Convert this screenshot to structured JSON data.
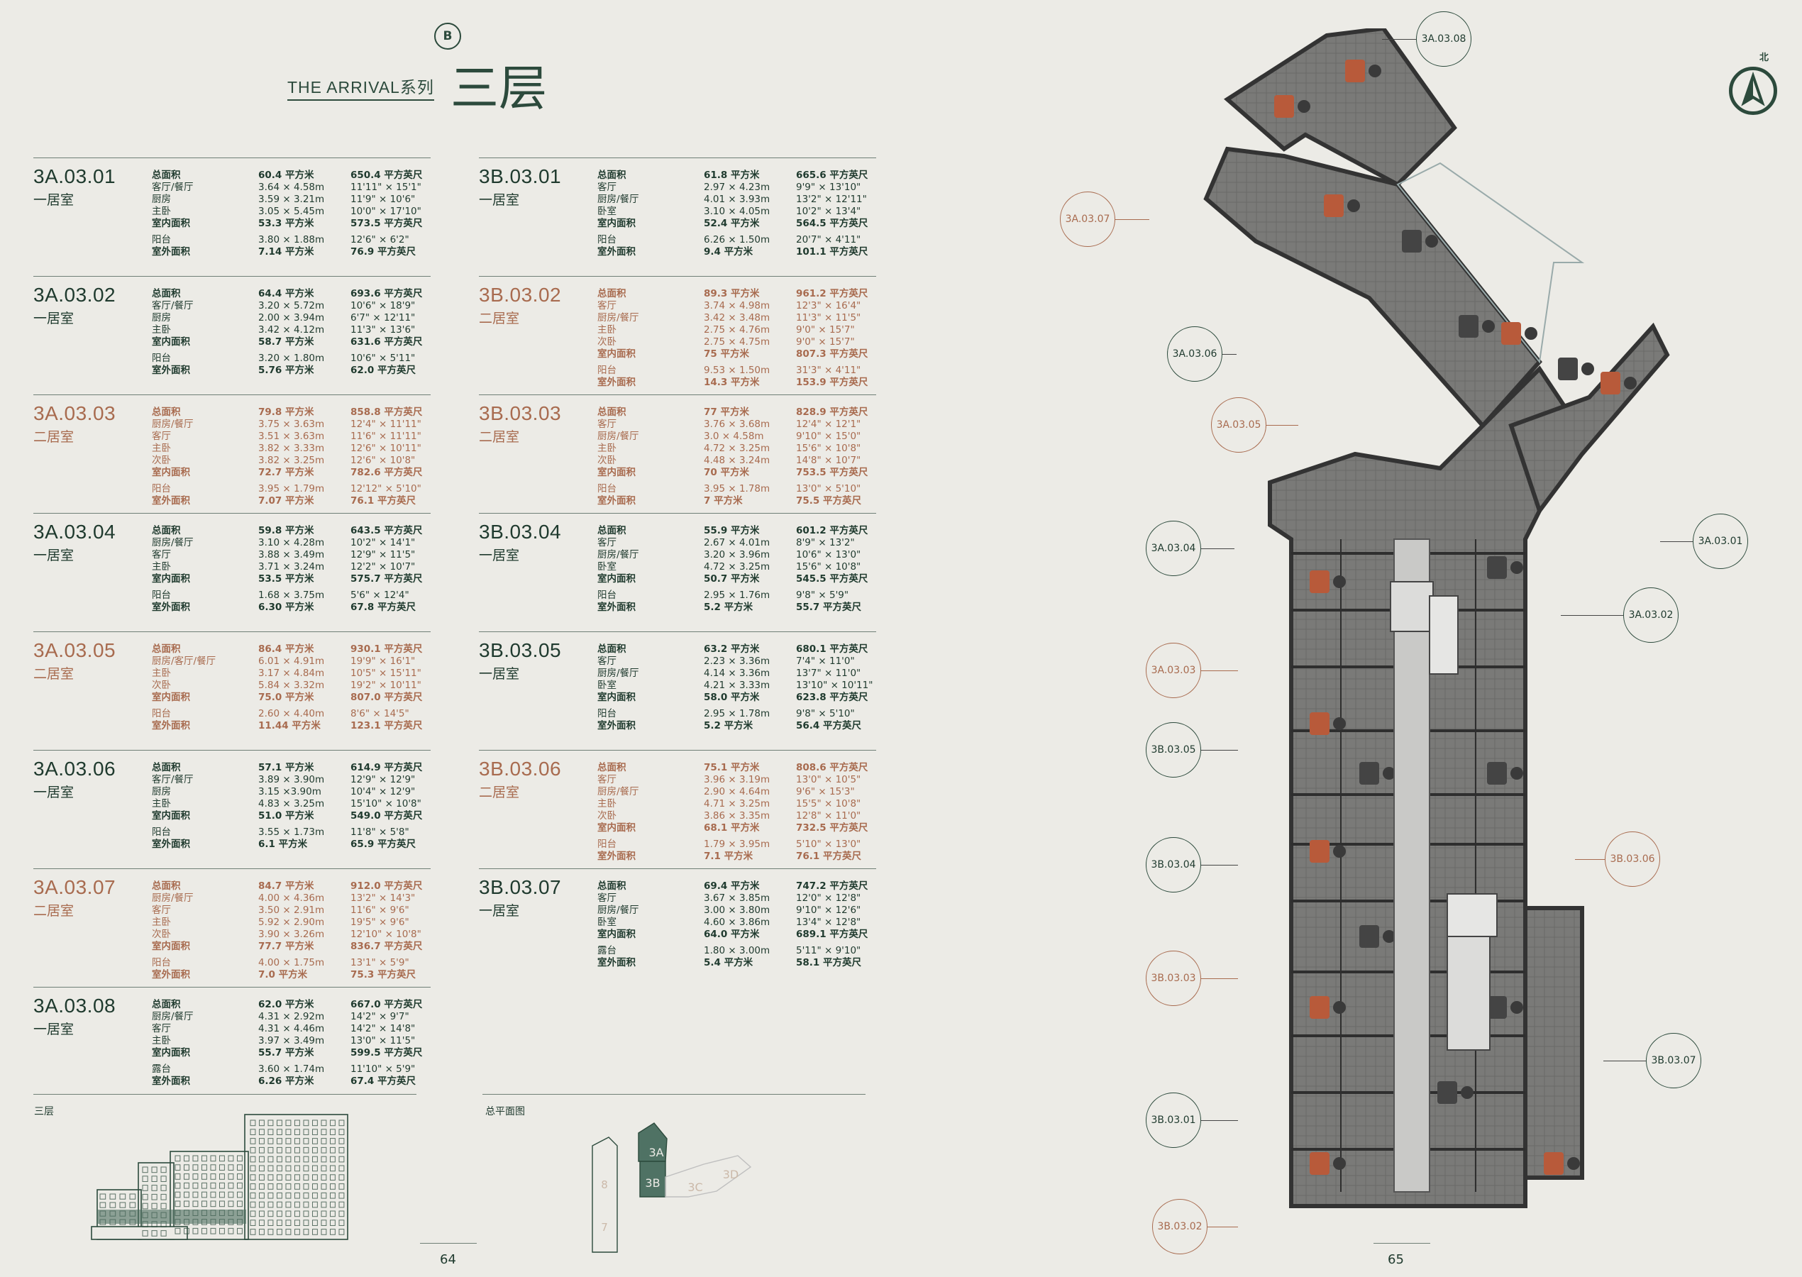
{
  "header": {
    "logo": "B",
    "series": "THE ARRIVAL系列",
    "floor": "三层"
  },
  "labels": {
    "total": "总面积",
    "indoor": "室内面积",
    "outdoor": "室外面积",
    "balcony": "阳台",
    "terrace": "露台",
    "living": "客厅",
    "living_dining": "客厅/餐厅",
    "kitchen": "厨房",
    "kitchen_dining": "厨房/餐厅",
    "kitchen_living_dining": "厨房/客厅/餐厅",
    "master": "主卧",
    "second": "次卧",
    "bedroom": "卧室"
  },
  "units_a": [
    {
      "name": "3A.03.01",
      "type": "一居室",
      "color": "#1f3a2e",
      "rows": [
        [
          "总面积",
          "60.4 平方米",
          "650.4 平方英尺",
          1,
          0
        ],
        [
          "客厅/餐厅",
          "3.64 × 4.58m",
          "11'11\" × 15'1\"",
          0,
          0
        ],
        [
          "厨房",
          "3.59 × 3.21m",
          "11'9\" × 10'6\"",
          0,
          0
        ],
        [
          "主卧",
          "3.05 × 5.45m",
          "10'0\" × 17'10\"",
          0,
          0
        ],
        [
          "室内面积",
          "53.3 平方米",
          "573.5 平方英尺",
          1,
          0
        ],
        [
          "阳台",
          "3.80 × 1.88m",
          "12'6\" × 6'2\"",
          0,
          1
        ],
        [
          "室外面积",
          "7.14 平方米",
          "76.9 平方英尺",
          1,
          0
        ]
      ]
    },
    {
      "name": "3A.03.02",
      "type": "一居室",
      "color": "#1f3a2e",
      "rows": [
        [
          "总面积",
          "64.4 平方米",
          "693.6 平方英尺",
          1,
          0
        ],
        [
          "客厅/餐厅",
          "3.20 × 5.72m",
          "10'6\" × 18'9\"",
          0,
          0
        ],
        [
          "厨房",
          "2.00 × 3.94m",
          "6'7\" × 12'11\"",
          0,
          0
        ],
        [
          "主卧",
          "3.42 × 4.12m",
          "11'3\" × 13'6\"",
          0,
          0
        ],
        [
          "室内面积",
          "58.7 平方米",
          "631.6 平方英尺",
          1,
          0
        ],
        [
          "阳台",
          "3.20 × 1.80m",
          "10'6\" × 5'11\"",
          0,
          1
        ],
        [
          "室外面积",
          "5.76 平方米",
          "62.0 平方英尺",
          1,
          0
        ]
      ]
    },
    {
      "name": "3A.03.03",
      "type": "二居室",
      "color": "#a86b4f",
      "rows": [
        [
          "总面积",
          "79.8 平方米",
          "858.8 平方英尺",
          1,
          0
        ],
        [
          "厨房/餐厅",
          "3.75 × 3.63m",
          "12'4\" × 11'11\"",
          0,
          0
        ],
        [
          "客厅",
          "3.51 × 3.63m",
          "11'6\" × 11'11\"",
          0,
          0
        ],
        [
          "主卧",
          "3.82 × 3.33m",
          "12'6\" × 10'11\"",
          0,
          0
        ],
        [
          "次卧",
          "3.82 × 3.25m",
          "12'6\" × 10'8\"",
          0,
          0
        ],
        [
          "室内面积",
          "72.7 平方米",
          "782.6 平方英尺",
          1,
          0
        ],
        [
          "阳台",
          "3.95 × 1.79m",
          "12'12\" × 5'10\"",
          0,
          1
        ],
        [
          "室外面积",
          "7.07 平方米",
          "76.1 平方英尺",
          1,
          0
        ]
      ]
    },
    {
      "name": "3A.03.04",
      "type": "一居室",
      "color": "#1f3a2e",
      "rows": [
        [
          "总面积",
          "59.8 平方米",
          "643.5 平方英尺",
          1,
          0
        ],
        [
          "厨房/餐厅",
          "3.10 × 4.28m",
          "10'2\" × 14'1\"",
          0,
          0
        ],
        [
          "客厅",
          "3.88 × 3.49m",
          "12'9\" × 11'5\"",
          0,
          0
        ],
        [
          "主卧",
          "3.71 × 3.24m",
          "12'2\" × 10'7\"",
          0,
          0
        ],
        [
          "室内面积",
          "53.5 平方米",
          "575.7 平方英尺",
          1,
          0
        ],
        [
          "阳台",
          "1.68 × 3.75m",
          "5'6\" × 12'4\"",
          0,
          1
        ],
        [
          "室外面积",
          "6.30 平方米",
          "67.8 平方英尺",
          1,
          0
        ]
      ]
    },
    {
      "name": "3A.03.05",
      "type": "二居室",
      "color": "#a86b4f",
      "rows": [
        [
          "总面积",
          "86.4 平方米",
          "930.1 平方英尺",
          1,
          0
        ],
        [
          "厨房/客厅/餐厅",
          "6.01 × 4.91m",
          "19'9\" × 16'1\"",
          0,
          0
        ],
        [
          "主卧",
          "3.17 × 4.84m",
          "10'5\" × 15'11\"",
          0,
          0
        ],
        [
          "次卧",
          "5.84 × 3.32m",
          "19'2\" × 10'11\"",
          0,
          0
        ],
        [
          "室内面积",
          "75.0 平方米",
          "807.0 平方英尺",
          1,
          0
        ],
        [
          "阳台",
          "2.60 × 4.40m",
          "8'6\" × 14'5\"",
          0,
          1
        ],
        [
          "室外面积",
          "11.44 平方米",
          "123.1 平方英尺",
          1,
          0
        ]
      ]
    },
    {
      "name": "3A.03.06",
      "type": "一居室",
      "color": "#1f3a2e",
      "rows": [
        [
          "总面积",
          "57.1 平方米",
          "614.9 平方英尺",
          1,
          0
        ],
        [
          "客厅/餐厅",
          "3.89 × 3.90m",
          "12'9\" × 12'9\"",
          0,
          0
        ],
        [
          "厨房",
          "3.15 ×3.90m",
          "10'4\" × 12'9\"",
          0,
          0
        ],
        [
          "主卧",
          "4.83 × 3.25m",
          "15'10\" × 10'8\"",
          0,
          0
        ],
        [
          "室内面积",
          "51.0 平方米",
          "549.0 平方英尺",
          1,
          0
        ],
        [
          "阳台",
          "3.55 × 1.73m",
          "11'8\" × 5'8\"",
          0,
          1
        ],
        [
          "室外面积",
          "6.1 平方米",
          "65.9 平方英尺",
          1,
          0
        ]
      ]
    },
    {
      "name": "3A.03.07",
      "type": "二居室",
      "color": "#a86b4f",
      "rows": [
        [
          "总面积",
          "84.7 平方米",
          "912.0 平方英尺",
          1,
          0
        ],
        [
          "厨房/餐厅",
          "4.00 × 4.36m",
          "13'2\" × 14'3\"",
          0,
          0
        ],
        [
          "客厅",
          "3.50 × 2.91m",
          "11'6\" × 9'6\"",
          0,
          0
        ],
        [
          "主卧",
          "5.92 × 2.90m",
          "19'5\" × 9'6\"",
          0,
          0
        ],
        [
          "次卧",
          "3.90 × 3.26m",
          "12'10\" × 10'8\"",
          0,
          0
        ],
        [
          "室内面积",
          "77.7 平方米",
          "836.7 平方英尺",
          1,
          0
        ],
        [
          "阳台",
          "4.00 × 1.75m",
          "13'1\" × 5'9\"",
          0,
          1
        ],
        [
          "室外面积",
          "7.0 平方米",
          "75.3 平方英尺",
          1,
          0
        ]
      ]
    },
    {
      "name": "3A.03.08",
      "type": "一居室",
      "color": "#1f3a2e",
      "rows": [
        [
          "总面积",
          "62.0 平方米",
          "667.0 平方英尺",
          1,
          0
        ],
        [
          "厨房/餐厅",
          "4.31 × 2.92m",
          "14'2\" × 9'7\"",
          0,
          0
        ],
        [
          "客厅",
          "4.31 × 4.46m",
          "14'2\" × 14'8\"",
          0,
          0
        ],
        [
          "主卧",
          "3.97 × 3.49m",
          "13'0\" × 11'5\"",
          0,
          0
        ],
        [
          "室内面积",
          "55.7 平方米",
          "599.5 平方英尺",
          1,
          0
        ],
        [
          "露台",
          "3.60 × 1.74m",
          "11'10\" × 5'9\"",
          0,
          1
        ],
        [
          "室外面积",
          "6.26 平方米",
          "67.4 平方英尺",
          1,
          0
        ]
      ]
    }
  ],
  "units_b": [
    {
      "name": "3B.03.01",
      "type": "一居室",
      "color": "#1f3a2e",
      "rows": [
        [
          "总面积",
          "61.8 平方米",
          "665.6 平方英尺",
          1,
          0
        ],
        [
          "客厅",
          "2.97 × 4.23m",
          "9'9\" × 13'10\"",
          0,
          0
        ],
        [
          "厨房/餐厅",
          "4.01 × 3.93m",
          "13'2\" × 12'11\"",
          0,
          0
        ],
        [
          "卧室",
          "3.10 × 4.05m",
          "10'2\" × 13'4\"",
          0,
          0
        ],
        [
          "室内面积",
          "52.4 平方米",
          "564.5 平方英尺",
          1,
          0
        ],
        [
          "阳台",
          "6.26 × 1.50m",
          "20'7\" × 4'11\"",
          0,
          1
        ],
        [
          "室外面积",
          "9.4 平方米",
          "101.1 平方英尺",
          1,
          0
        ]
      ]
    },
    {
      "name": "3B.03.02",
      "type": "二居室",
      "color": "#a86b4f",
      "rows": [
        [
          "总面积",
          "89.3 平方米",
          "961.2 平方英尺",
          1,
          0
        ],
        [
          "客厅",
          "3.74 × 4.98m",
          "12'3\" × 16'4\"",
          0,
          0
        ],
        [
          "厨房/餐厅",
          "3.42 × 3.48m",
          "11'3\" × 11'5\"",
          0,
          0
        ],
        [
          "主卧",
          "2.75 × 4.76m",
          "9'0\" × 15'7\"",
          0,
          0
        ],
        [
          "次卧",
          "2.75 × 4.75m",
          "9'0\" × 15'7\"",
          0,
          0
        ],
        [
          "室内面积",
          "75 平方米",
          "807.3 平方英尺",
          1,
          0
        ],
        [
          "阳台",
          "9.53 × 1.50m",
          "31'3\" × 4'11\"",
          0,
          1
        ],
        [
          "室外面积",
          "14.3 平方米",
          "153.9 平方英尺",
          1,
          0
        ]
      ]
    },
    {
      "name": "3B.03.03",
      "type": "二居室",
      "color": "#a86b4f",
      "rows": [
        [
          "总面积",
          "77 平方米",
          "828.9 平方英尺",
          1,
          0
        ],
        [
          "客厅",
          "3.76 × 3.68m",
          "12'4\" × 12'1\"",
          0,
          0
        ],
        [
          "厨房/餐厅",
          "3.0 × 4.58m",
          "9'10\" × 15'0\"",
          0,
          0
        ],
        [
          "主卧",
          "4.72 × 3.25m",
          "15'6\" × 10'8\"",
          0,
          0
        ],
        [
          "次卧",
          "4.48 × 3.24m",
          "14'8\" × 10'7\"",
          0,
          0
        ],
        [
          "室内面积",
          "70 平方米",
          "753.5 平方英尺",
          1,
          0
        ],
        [
          "阳台",
          "3.95 × 1.78m",
          "13'0\" × 5'10\"",
          0,
          1
        ],
        [
          "室外面积",
          "7 平方米",
          "75.5 平方英尺",
          1,
          0
        ]
      ]
    },
    {
      "name": "3B.03.04",
      "type": "一居室",
      "color": "#1f3a2e",
      "rows": [
        [
          "总面积",
          "55.9 平方米",
          "601.2 平方英尺",
          1,
          0
        ],
        [
          "客厅",
          "2.67 × 4.01m",
          "8'9\" × 13'2\"",
          0,
          0
        ],
        [
          "厨房/餐厅",
          "3.20 × 3.96m",
          "10'6\" × 13'0\"",
          0,
          0
        ],
        [
          "卧室",
          "4.72 × 3.25m",
          "15'6\" × 10'8\"",
          0,
          0
        ],
        [
          "室内面积",
          "50.7 平方米",
          "545.5 平方英尺",
          1,
          0
        ],
        [
          "阳台",
          "2.95 × 1.76m",
          "9'8\" × 5'9\"",
          0,
          1
        ],
        [
          "室外面积",
          "5.2 平方米",
          "55.7 平方英尺",
          1,
          0
        ]
      ]
    },
    {
      "name": "3B.03.05",
      "type": "一居室",
      "color": "#1f3a2e",
      "rows": [
        [
          "总面积",
          "63.2 平方米",
          "680.1 平方英尺",
          1,
          0
        ],
        [
          "客厅",
          "2.23 × 3.36m",
          "7'4\" × 11'0\"",
          0,
          0
        ],
        [
          "厨房/餐厅",
          "4.14 × 3.36m",
          "13'7\" × 11'0\"",
          0,
          0
        ],
        [
          "卧室",
          "4.21 × 3.33m",
          "13'10\" × 10'11\"",
          0,
          0
        ],
        [
          "室内面积",
          "58.0 平方米",
          "623.8 平方英尺",
          1,
          0
        ],
        [
          "阳台",
          "2.95 × 1.78m",
          "9'8\" × 5'10\"",
          0,
          1
        ],
        [
          "室外面积",
          "5.2 平方米",
          "56.4 平方英尺",
          1,
          0
        ]
      ]
    },
    {
      "name": "3B.03.06",
      "type": "二居室",
      "color": "#a86b4f",
      "rows": [
        [
          "总面积",
          "75.1 平方米",
          "808.6 平方英尺",
          1,
          0
        ],
        [
          "客厅",
          "3.96 × 3.19m",
          "13'0\" × 10'5\"",
          0,
          0
        ],
        [
          "厨房/餐厅",
          "2.90 × 4.64m",
          "9'6\" × 15'3\"",
          0,
          0
        ],
        [
          "主卧",
          "4.71 × 3.25m",
          "15'5\" × 10'8\"",
          0,
          0
        ],
        [
          "次卧",
          "3.86 × 3.35m",
          "12'8\" × 11'0\"",
          0,
          0
        ],
        [
          "室内面积",
          "68.1 平方米",
          "732.5 平方英尺",
          1,
          0
        ],
        [
          "阳台",
          "1.79 × 3.95m",
          "5'10\" × 13'0\"",
          0,
          1
        ],
        [
          "室外面积",
          "7.1 平方米",
          "76.1 平方英尺",
          1,
          0
        ]
      ]
    },
    {
      "name": "3B.03.07",
      "type": "一居室",
      "color": "#1f3a2e",
      "rows": [
        [
          "总面积",
          "69.4 平方米",
          "747.2 平方英尺",
          1,
          0
        ],
        [
          "客厅",
          "3.67 × 3.85m",
          "12'0\" × 12'8\"",
          0,
          0
        ],
        [
          "厨房/餐厅",
          "3.00 × 3.80m",
          "9'10\" × 12'6\"",
          0,
          0
        ],
        [
          "卧室",
          "4.60 × 3.86m",
          "13'4\" × 12'8\"",
          0,
          0
        ],
        [
          "室内面积",
          "64.0 平方米",
          "689.1 平方英尺",
          1,
          0
        ],
        [
          "露台",
          "1.80 × 3.00m",
          "5'11\" × 9'10\"",
          0,
          1
        ],
        [
          "室外面积",
          "5.4 平方米",
          "58.1 平方英尺",
          1,
          0
        ]
      ]
    }
  ],
  "bottom": {
    "elevation_label": "三层",
    "site_label": "总平面图",
    "page_left": "64",
    "page_right": "65",
    "site_blocks": [
      "3A",
      "3B",
      "3C",
      "3D",
      "8",
      "7"
    ]
  },
  "plan": {
    "north": "北",
    "callouts": [
      {
        "id": "3A.03.08",
        "tone": "g"
      },
      {
        "id": "3A.03.07",
        "tone": "c"
      },
      {
        "id": "3A.03.06",
        "tone": "g"
      },
      {
        "id": "3A.03.05",
        "tone": "c"
      },
      {
        "id": "3A.03.04",
        "tone": "g"
      },
      {
        "id": "3A.03.01",
        "tone": "g"
      },
      {
        "id": "3A.03.02",
        "tone": "g"
      },
      {
        "id": "3A.03.03",
        "tone": "c"
      },
      {
        "id": "3B.03.05",
        "tone": "g"
      },
      {
        "id": "3B.03.06",
        "tone": "c"
      },
      {
        "id": "3B.03.04",
        "tone": "g"
      },
      {
        "id": "3B.03.03",
        "tone": "c"
      },
      {
        "id": "3B.03.07",
        "tone": "g"
      },
      {
        "id": "3B.03.01",
        "tone": "g"
      },
      {
        "id": "3B.03.02",
        "tone": "c"
      }
    ]
  }
}
